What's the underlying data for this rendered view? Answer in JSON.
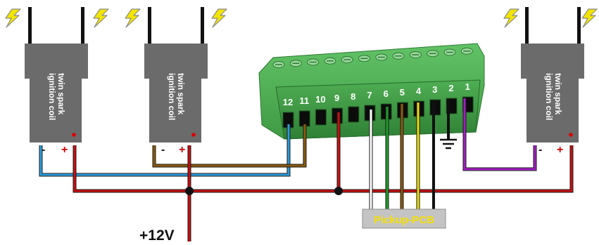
{
  "coils": [
    {
      "label_line1": "twin spark",
      "label_line2": "ignition coil",
      "minus": "-",
      "plus": "+"
    },
    {
      "label_line1": "twin spark",
      "label_line2": "ignition coil",
      "minus": "-",
      "plus": "+"
    },
    {
      "label_line1": "twin spark",
      "label_line2": "ignition coil",
      "minus": "-",
      "plus": "+"
    }
  ],
  "terminal_block": {
    "numbers": [
      "12",
      "11",
      "10",
      "9",
      "8",
      "7",
      "6",
      "5",
      "4",
      "3",
      "2",
      "1"
    ]
  },
  "supply_label": "+12V",
  "pickup_label": "Pickup-PCB",
  "colors": {
    "wire_red": "#c80f0f",
    "wire_blue": "#2e9ad8",
    "wire_brown": "#8a5a10",
    "wire_green": "#1e9e2a",
    "wire_yellow": "#f0e000",
    "wire_black": "#111111",
    "wire_white": "#ffffff",
    "wire_purple": "#a020c0",
    "terminal_green": "#58b85a",
    "coil_gray": "#6b6b6b",
    "pickup_bg": "#c4c4c4",
    "pickup_text": "#f5e000",
    "spark_yellow": "#f2e600"
  }
}
